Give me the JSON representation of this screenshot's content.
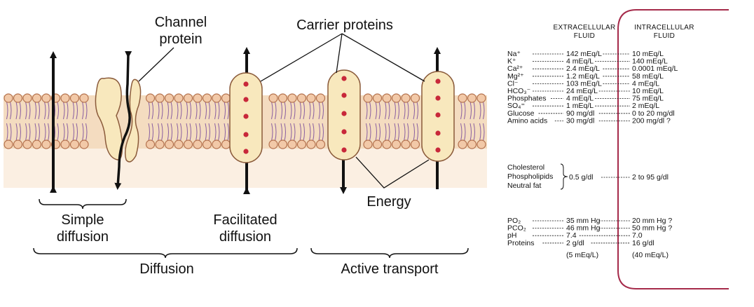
{
  "labels": {
    "channel_protein": [
      "Channel",
      "protein"
    ],
    "carrier_proteins": "Carrier proteins",
    "energy": "Energy",
    "simple_diffusion": [
      "Simple",
      "diffusion"
    ],
    "facilitated_diffusion": [
      "Facilitated",
      "diffusion"
    ],
    "diffusion": "Diffusion",
    "active_transport": "Active transport"
  },
  "table": {
    "extracellular_header": [
      "EXTRACELLULAR",
      "FLUID"
    ],
    "intracellular_header": [
      "INTRACELLULAR",
      "FLUID"
    ],
    "rows": [
      {
        "name": "Na⁺",
        "extra": "142 mEq/L",
        "intra": "10 mEq/L"
      },
      {
        "name": "K⁺",
        "extra": "4 mEq/L",
        "intra": "140 mEq/L"
      },
      {
        "name": "Ca²⁺",
        "extra": "2.4 mEq/L",
        "intra": "0.0001 mEq/L"
      },
      {
        "name": "Mg²⁺",
        "extra": "1.2 mEq/L",
        "intra": "58 mEq/L"
      },
      {
        "name": "Cl⁻",
        "extra": "103 mEq/L",
        "intra": "4 mEq/L"
      },
      {
        "name": "HCO₃⁻",
        "extra": "24 mEq/L",
        "intra": "10 mEq/L"
      },
      {
        "name": "Phosphates",
        "extra": "4 mEq/L",
        "intra": "75 mEq/L"
      },
      {
        "name": "SO₄⁼",
        "extra": "1 mEq/L",
        "intra": "2 mEq/L"
      },
      {
        "name": "Glucose",
        "extra": "90 mg/dl",
        "intra": "0 to 20 mg/dl"
      },
      {
        "name": "Amino acids",
        "extra": "30 mg/dl",
        "intra": "200 mg/dl ?"
      }
    ],
    "lipids": {
      "names": [
        "Cholesterol",
        "Phospholipids",
        "Neutral fat"
      ],
      "extra": "0.5 g/dl",
      "intra": "2 to 95 g/dl"
    },
    "gases": [
      {
        "name": "PO₂",
        "extra": "35 mm Hg",
        "intra": "20 mm Hg ?"
      },
      {
        "name": "PCO₂",
        "extra": "46 mm Hg",
        "intra": "50 mm Hg ?"
      },
      {
        "name": "pH",
        "extra": "7.4",
        "intra": "7.0"
      },
      {
        "name": "Proteins",
        "extra": "2 g/dl",
        "intra": "16 g/dl"
      }
    ],
    "protein_equiv": {
      "extra": "(5 mEq/L)",
      "intra": "(40 mEq/L)"
    }
  },
  "colors": {
    "membrane_band": "#f4dcc0",
    "head": "#f2c9a8",
    "head_stroke": "#b4724e",
    "tail": "#8a5fa0",
    "protein_fill": "#f8e8bd",
    "protein_stroke": "#8a5a3a",
    "dot": "#c8283a",
    "intracellular_border": "#a52a4a"
  }
}
